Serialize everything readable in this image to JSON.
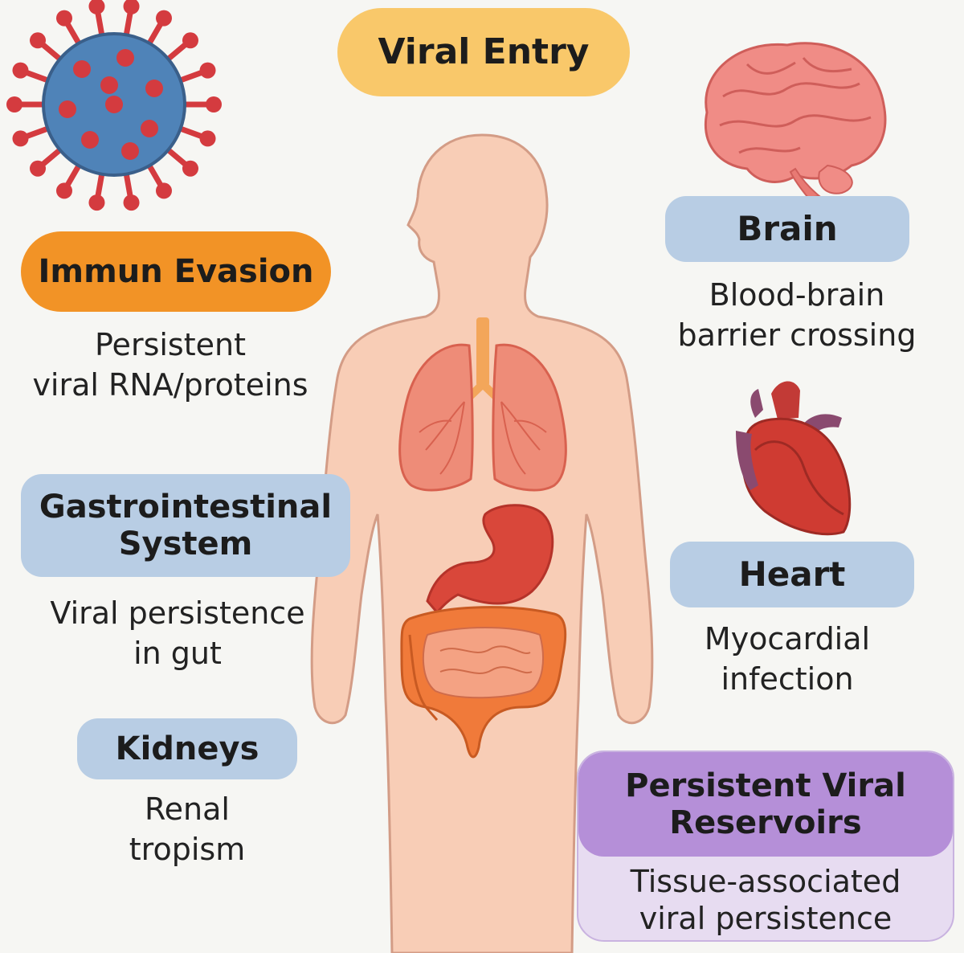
{
  "title": "Viral Entry",
  "sections": {
    "immune_evasion": {
      "title": "Immun Evasion",
      "desc_1": "Persistent",
      "desc_2": "viral RNA/proteins"
    },
    "gastrointestinal": {
      "title_1": "Gastrointestinal",
      "title_2": "System",
      "desc_1": "Viral persistence",
      "desc_2": "in gut"
    },
    "kidneys": {
      "title": "Kidneys",
      "desc_1": "Renal",
      "desc_2": "tropism"
    },
    "brain": {
      "title": "Brain",
      "desc_1": "Blood-brain",
      "desc_2": "barrier crossing"
    },
    "heart": {
      "title": "Heart",
      "desc_1": "Myocardial",
      "desc_2": "infection"
    },
    "reservoirs": {
      "title_1": "Persistent Viral",
      "title_2": "Reservoirs",
      "desc_1": "Tissue-associated",
      "desc_2": "viral persistence"
    }
  },
  "colors": {
    "background": "#f6f6f3",
    "viral_entry": "#f9c86a",
    "immune_evasion": "#f29326",
    "organ_label": "#b8cde4",
    "reservoir_head": "#b58fd8",
    "reservoir_body": "#e7dcf1",
    "body_skin": "#f8cdb6",
    "lungs": "#ee8c78",
    "stomach": "#d9473a",
    "intestine": "#f07a3a",
    "virus_core": "#4f83b8",
    "virus_spike": "#d43b3f"
  },
  "icons": [
    "virus-icon",
    "brain-icon",
    "heart-icon",
    "human-body-icon",
    "lungs-icon",
    "stomach-icon",
    "intestines-icon"
  ]
}
